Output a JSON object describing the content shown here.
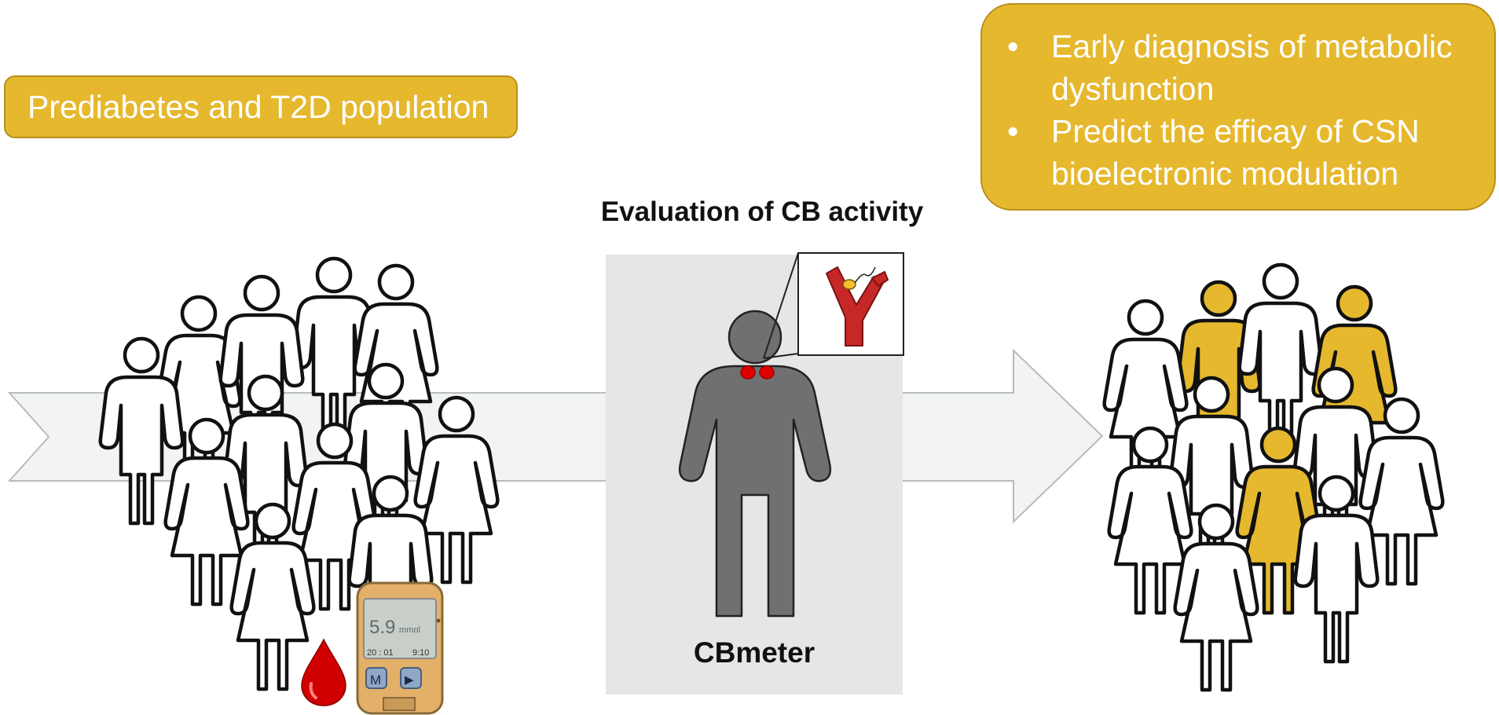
{
  "population_label": "Prediabetes and T2D population",
  "outcomes": [
    "Early diagnosis of metabolic dysfunction",
    "Predict the efficay of CSN bioelectronic modulation"
  ],
  "outcome_bullet": "•",
  "evaluation_title": "Evaluation of CB activity",
  "device_label": "CBmeter",
  "glucometer": {
    "reading": "5.9",
    "unit": "mmol",
    "time": "20 : 01",
    "date": "9:10",
    "button_left": "M",
    "button_right": "▶"
  },
  "colors": {
    "accent": "#e6b82e",
    "arrow_fill": "#f2f4f4",
    "panel": "#e6e6e6",
    "person_dark": "#707070",
    "electrode": "#e00000",
    "blood": "#d10000",
    "artery": "#c62828"
  }
}
